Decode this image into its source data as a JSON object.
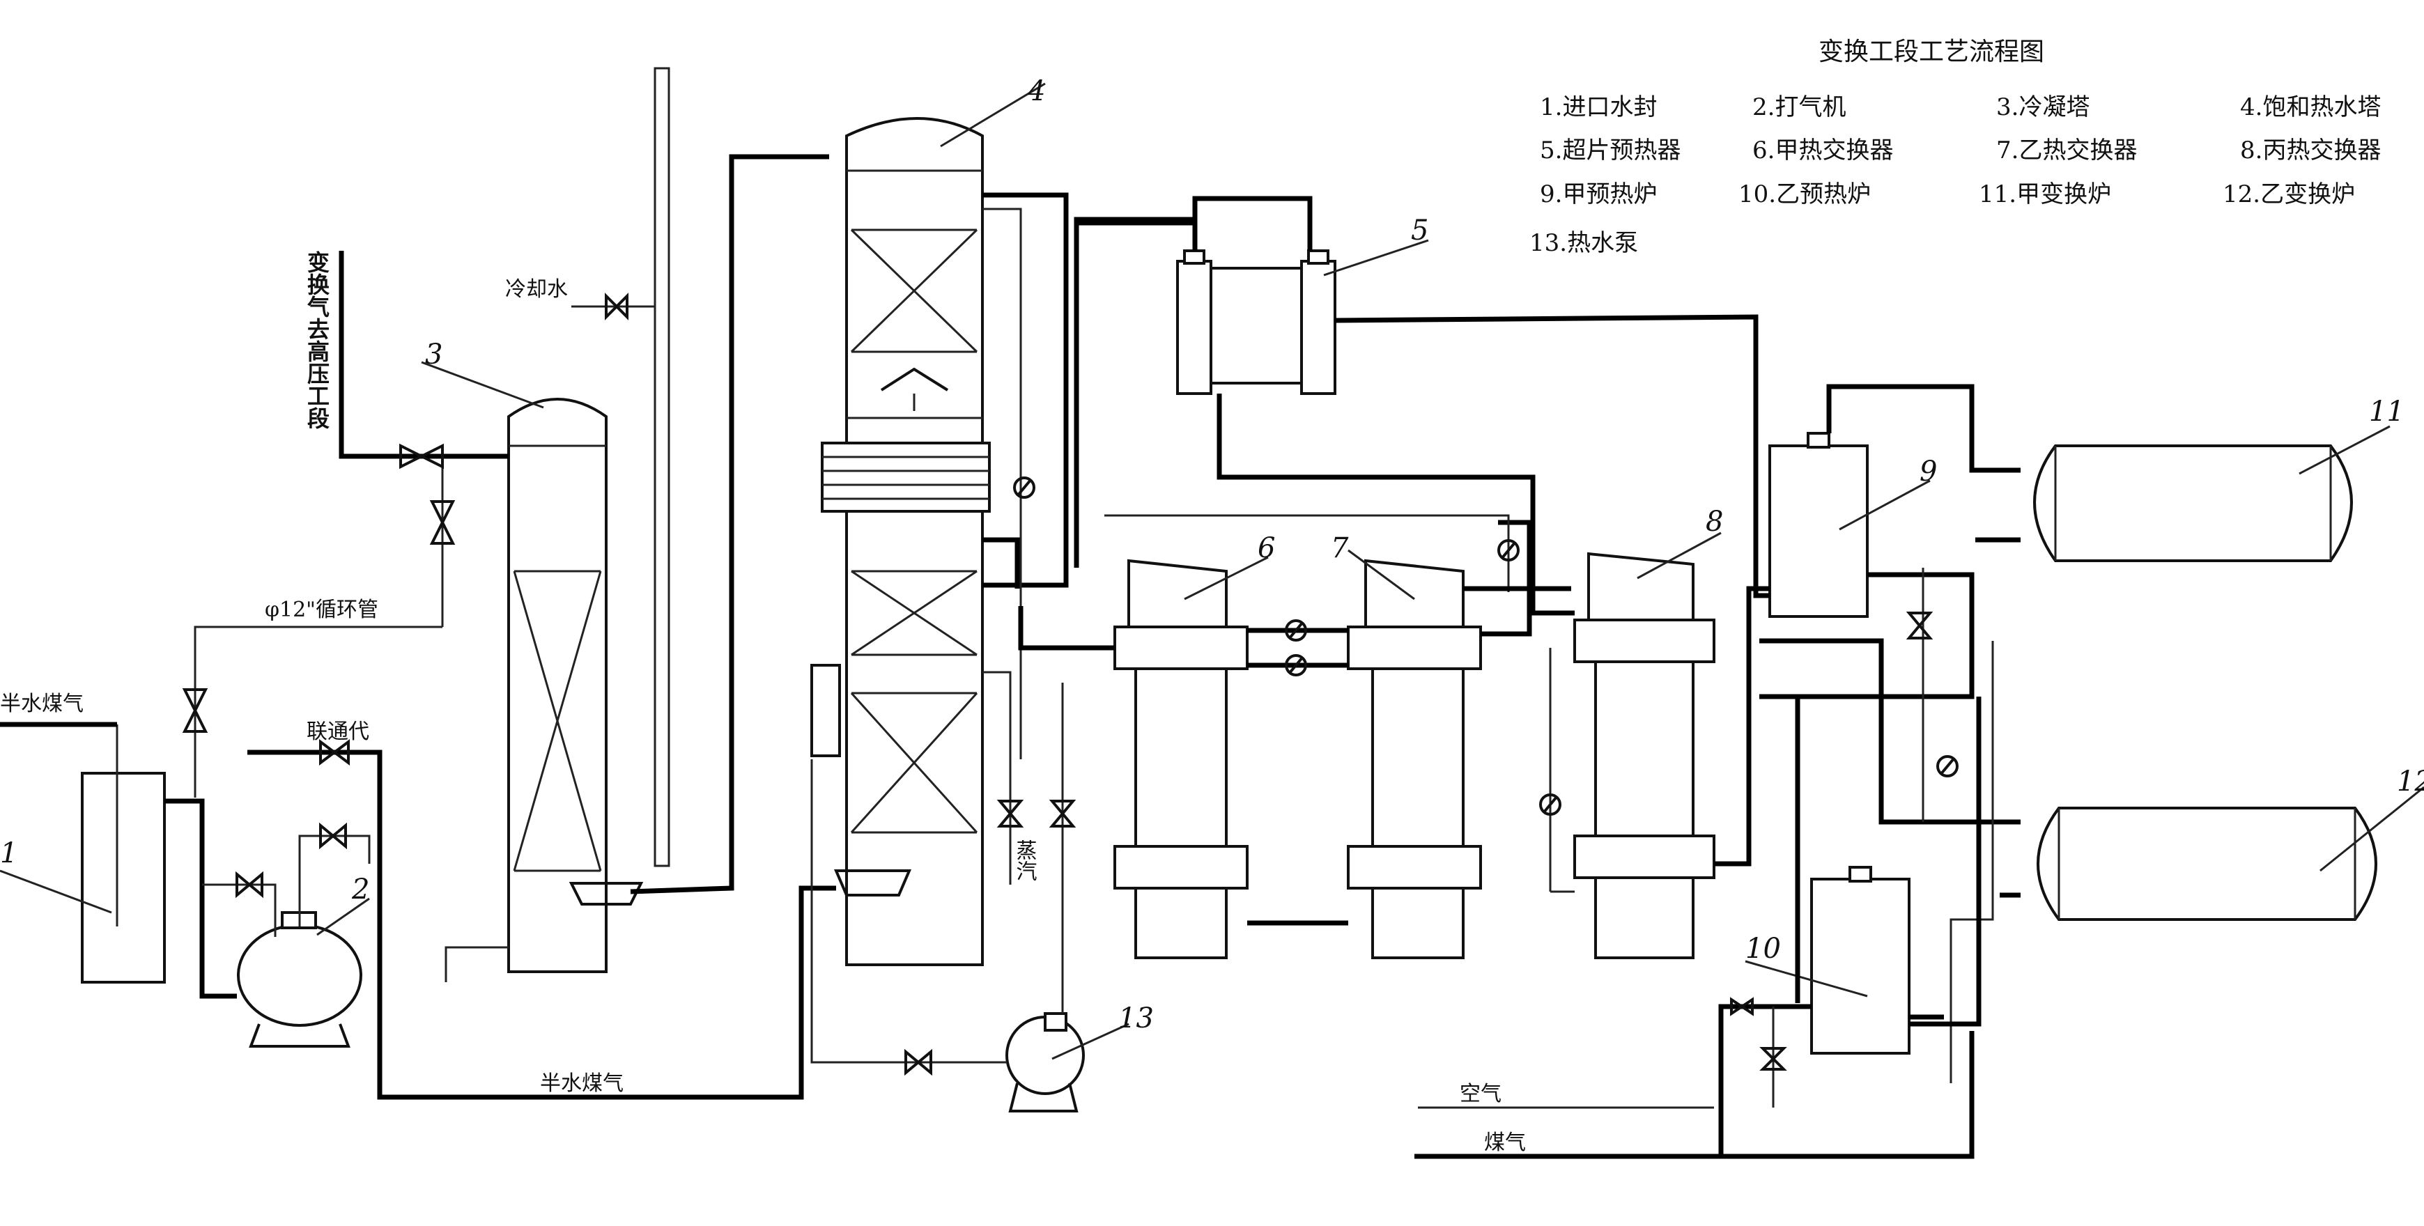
{
  "legend": {
    "title": "变换工段工艺流程图",
    "items": [
      "1.进口水封",
      "2.打气机",
      "3.冷凝塔",
      "4.饱和热水塔",
      "5.超片预热器",
      "6.甲热交换器",
      "7.乙热交换器",
      "8.丙热交换器",
      "9.甲预热炉",
      "10.乙预热炉",
      "11.甲变换炉",
      "12.乙变换炉",
      "13.热水泵"
    ]
  },
  "equipment_numbers": [
    "1",
    "2",
    "3",
    "4",
    "5",
    "6",
    "7",
    "8",
    "9",
    "10",
    "11",
    "12",
    "13"
  ],
  "labels": {
    "outlet_gas": "变换气去高压工段",
    "cooling_water": "冷却水",
    "circulation_pipe": "φ12\"循环管",
    "semi_water_gas_in": "半水煤气",
    "connecting_pipe": "联通代",
    "semi_water_gas_bottom": "半水煤气",
    "steam": "蒸汽",
    "air": "空气",
    "coal_gas": "煤气"
  }
}
